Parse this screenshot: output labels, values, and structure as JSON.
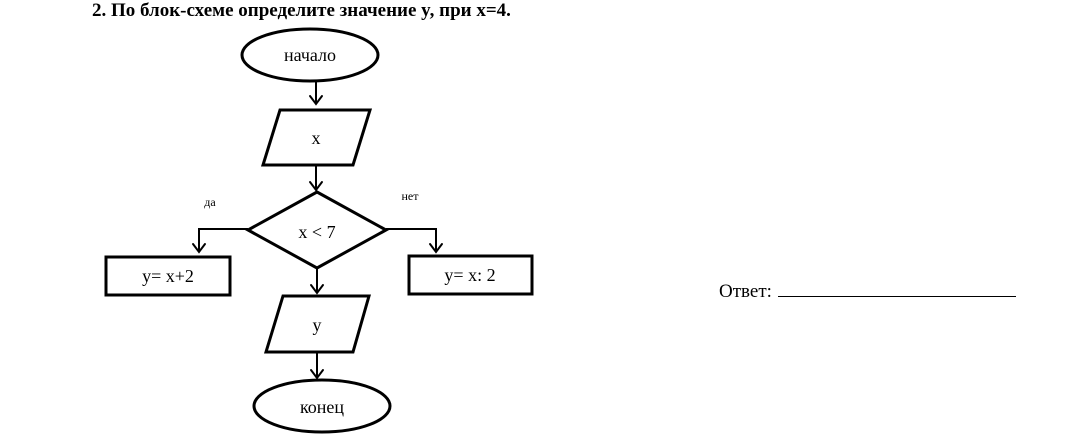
{
  "question": "2.  По блок-схеме определите значение y, при x=4.",
  "flowchart": {
    "start": "начало",
    "input": "x",
    "condition": "x < 7",
    "yes_label": "да",
    "no_label": "нет",
    "yes_action": "y= x+2",
    "no_action": "y= x: 2",
    "output": "y",
    "end": "конец"
  },
  "answer": {
    "label": "Ответ:"
  }
}
